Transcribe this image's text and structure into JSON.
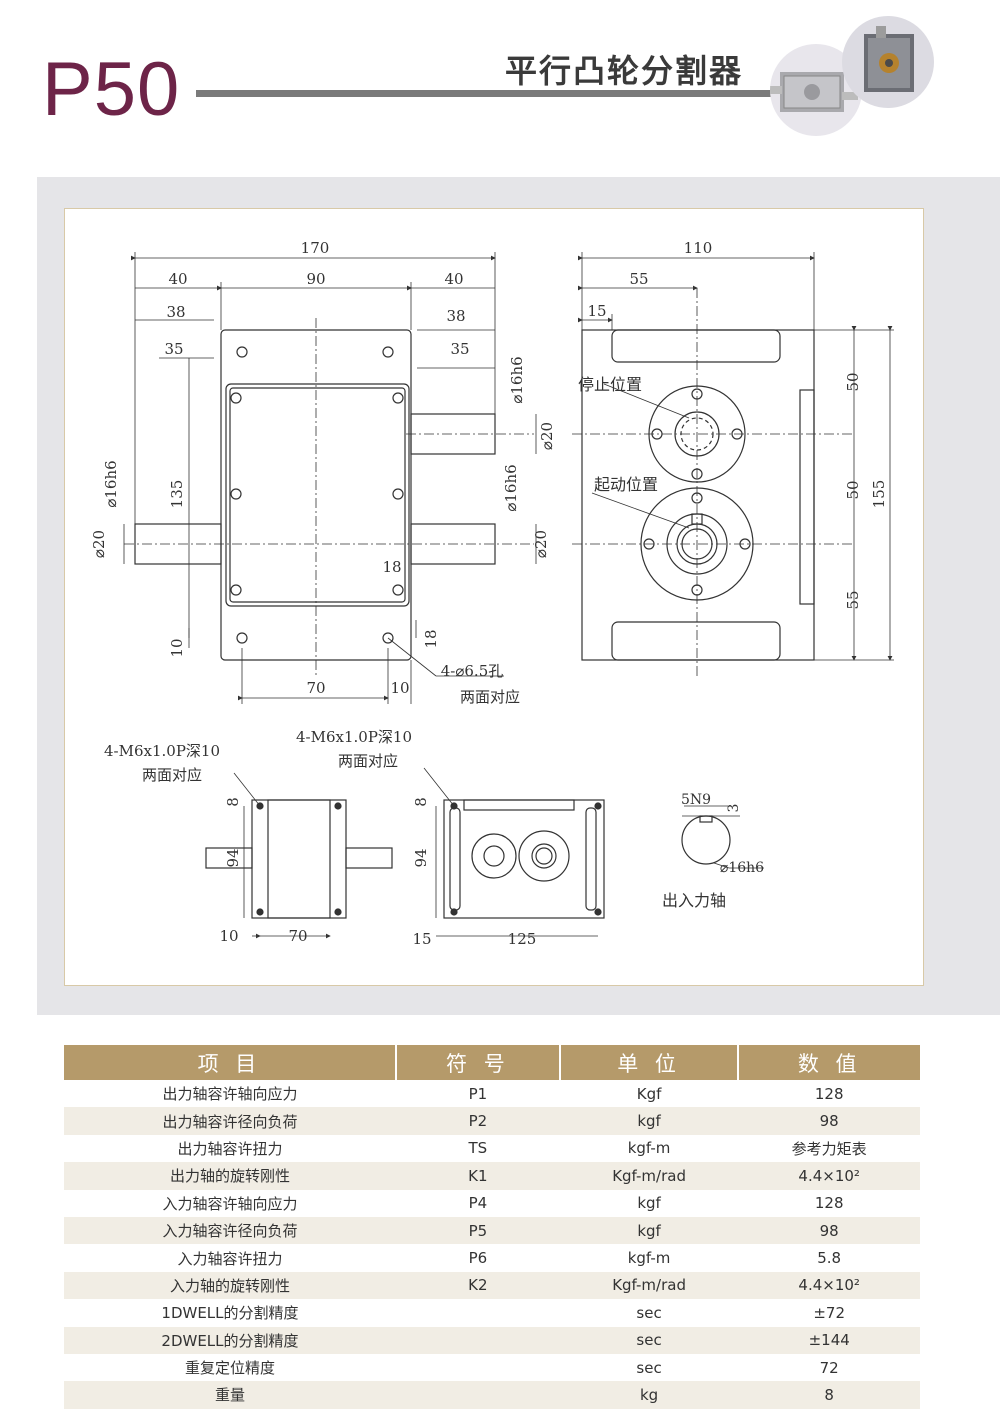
{
  "header": {
    "model": "P50",
    "product_name": "平行凸轮分割器"
  },
  "drawing": {
    "front_dims": [
      "170",
      "40",
      "90",
      "40",
      "38",
      "38",
      "35",
      "35",
      "135",
      "18",
      "10",
      "70",
      "10",
      "18"
    ],
    "front_shaft": [
      "⌀16h6",
      "⌀20",
      "⌀16h6",
      "⌀20",
      "⌀16h6",
      "⌀20"
    ],
    "hole_note": [
      "4-⌀6.5孔",
      "两面对应"
    ],
    "side_dims": [
      "110",
      "55",
      "15",
      "50",
      "50",
      "55",
      "155"
    ],
    "stop_position": "停止位置",
    "start_position": "起动位置",
    "tap_note_1": [
      "4-M6x1.0P深10",
      "两面对应"
    ],
    "tap_note_2": [
      "4-M6x1.0P深10",
      "两面对应"
    ],
    "bottom_dims": [
      "8",
      "94",
      "10",
      "70",
      "8",
      "94",
      "15",
      "125"
    ],
    "key_dims": [
      "5N9",
      "3",
      "⌀16h6"
    ],
    "key_label": "出入力轴"
  },
  "table": {
    "headers": [
      "项 目",
      "符 号",
      "单 位",
      "数 值"
    ],
    "rows": [
      {
        "item": "出力轴容许轴向应力",
        "symbol": "P1",
        "unit": "Kgf",
        "value": "128"
      },
      {
        "item": "出力轴容许径向负荷",
        "symbol": "P2",
        "unit": "kgf",
        "value": "98"
      },
      {
        "item": "出力轴容许扭力",
        "symbol": "TS",
        "unit": "kgf-m",
        "value": "参考力矩表"
      },
      {
        "item": "出力轴的旋转刚性",
        "symbol": "K1",
        "unit": "Kgf-m/rad",
        "value": "4.4×10²"
      },
      {
        "item": "入力轴容许轴向应力",
        "symbol": "P4",
        "unit": "kgf",
        "value": "128"
      },
      {
        "item": "入力轴容许径向负荷",
        "symbol": "P5",
        "unit": "kgf",
        "value": "98"
      },
      {
        "item": "入力轴容许扭力",
        "symbol": "P6",
        "unit": "kgf-m",
        "value": "5.8"
      },
      {
        "item": "入力轴的旋转刚性",
        "symbol": "K2",
        "unit": "Kgf-m/rad",
        "value": "4.4×10²"
      },
      {
        "item": "1DWELL的分割精度",
        "symbol": "",
        "unit": "sec",
        "value": "±72"
      },
      {
        "item": "2DWELL的分割精度",
        "symbol": "",
        "unit": "sec",
        "value": "±144"
      },
      {
        "item": "重复定位精度",
        "symbol": "",
        "unit": "sec",
        "value": "72"
      },
      {
        "item": "重量",
        "symbol": "",
        "unit": "kg",
        "value": "8"
      }
    ]
  }
}
